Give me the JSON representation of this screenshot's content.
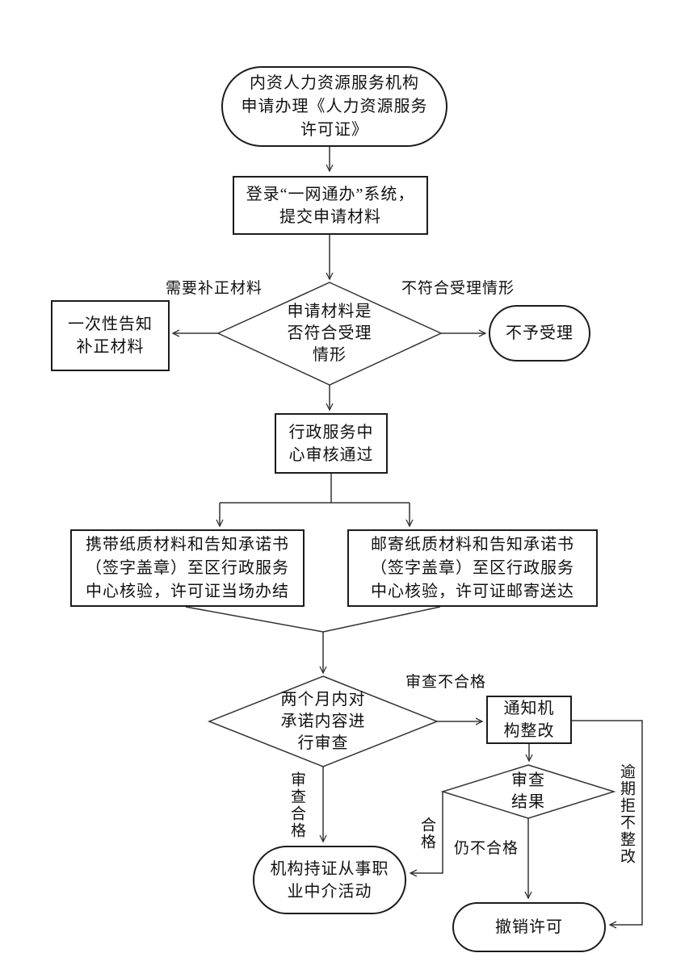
{
  "flowchart": {
    "nodes": {
      "start": {
        "shape": "stadium",
        "label": "内资人力资源服务机构\n申请办理《人力资源服务\n许可证》"
      },
      "login": {
        "shape": "rect",
        "label": "登录“一网通办”系统，\n提交申请材料"
      },
      "acceptance_check": {
        "shape": "diamond",
        "label": "申请材料是\n否符合受理\n情形"
      },
      "supplement": {
        "shape": "rect",
        "label": "一次性告知\n补正材料"
      },
      "reject": {
        "shape": "stadium",
        "label": "不予受理"
      },
      "center_review": {
        "shape": "rect",
        "label": "行政服务中\n心审核通过"
      },
      "carry_materials": {
        "shape": "rect",
        "label": "携带纸质材料和告知承诺书\n（签字盖章）至区行政服务\n中心核验，许可证当场办结"
      },
      "mail_materials": {
        "shape": "rect",
        "label": "邮寄纸质材料和告知承诺书\n（签字盖章）至区行政服务\n中心核验，许可证邮寄送达"
      },
      "commitment_review": {
        "shape": "diamond",
        "label": "两个月内对\n承诺内容进\n行审查"
      },
      "notify_rectify": {
        "shape": "rect",
        "label": "通知机\n构整改"
      },
      "rectify_result": {
        "shape": "diamond",
        "label": "审查\n结果"
      },
      "licensed_activity": {
        "shape": "stadium",
        "label": "机构持证从事职\n业中介活动"
      },
      "revoke_license": {
        "shape": "stadium",
        "label": "撤销许可"
      }
    },
    "edge_labels": {
      "need_supplement": "需要补正材料",
      "not_acceptable": "不符合受理情形",
      "review_fail": "审查不合格",
      "review_pass": "审查合格",
      "pass": "合格",
      "still_fail": "仍不合格",
      "overdue_refuse": "逾期拒不整改"
    },
    "colors": {
      "background": "#ffffff",
      "line": "#333333",
      "node_border": "#1c1c1c",
      "text": "#111111"
    }
  }
}
